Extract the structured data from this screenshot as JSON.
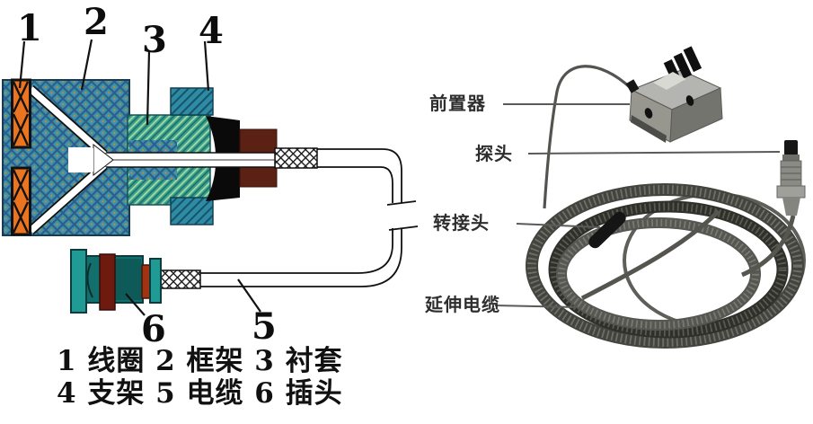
{
  "figure": {
    "left_diagram": {
      "description": "probe cross-section diagram",
      "parts": [
        {
          "num": "1",
          "label": "线圈"
        },
        {
          "num": "2",
          "label": "框架"
        },
        {
          "num": "3",
          "label": "衬套"
        },
        {
          "num": "4",
          "label": "支架"
        },
        {
          "num": "5",
          "label": "电缆"
        },
        {
          "num": "6",
          "label": "插头"
        }
      ],
      "caption_line1": "1 线圈 2 框架 3 衬套",
      "caption_line2": "4 支架 5 电缆 6 插头"
    },
    "right_photo": {
      "description": "probe assembly photo",
      "labels": [
        {
          "id": "proximitor",
          "text": "前置器"
        },
        {
          "id": "probe",
          "text": "探头"
        },
        {
          "id": "adapter",
          "text": "转接头"
        },
        {
          "id": "extension_cable",
          "text": "延伸电缆"
        }
      ]
    },
    "colors": {
      "frame_teal": "#4191ac",
      "frame_grid": "#2a5f8d",
      "coil_orange": "#ea7420",
      "bushing_green": "#37a092",
      "bracket_teal": "#2e8ba4",
      "sleeve_black": "#0a0a0a",
      "sleeve_brown": "#5b2113",
      "plug_teal": "#1f9a94",
      "plug_body_teal": "#136f6c",
      "plug_brown": "#6e1a0e",
      "plug_small_brown": "#a23312",
      "cable_gray": "#53534f"
    }
  }
}
